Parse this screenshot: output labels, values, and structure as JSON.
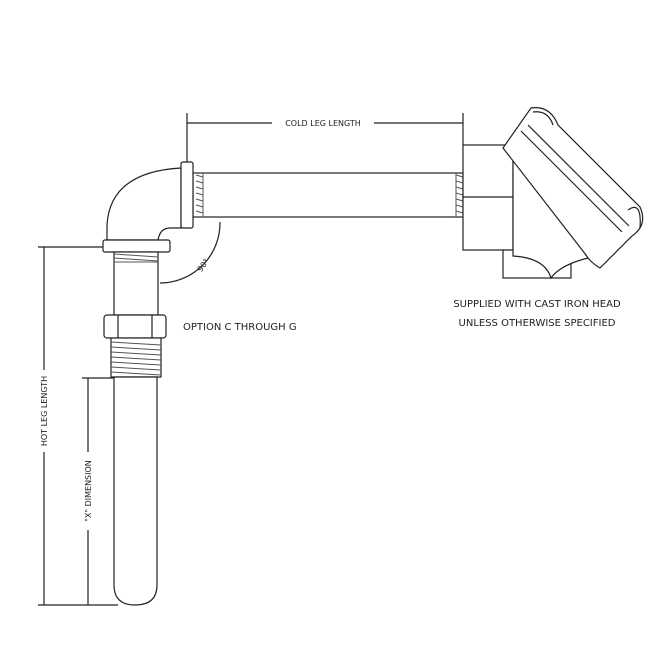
{
  "labels": {
    "cold_leg": "COLD LEG LENGTH",
    "hot_leg": "HOT LEG LENGTH",
    "x_dimension": "\"X\" DIMENSION",
    "angle": "90°",
    "option": "OPTION C THROUGH G",
    "head_note_line1": "SUPPLIED WITH CAST IRON HEAD",
    "head_note_line2": "UNLESS OTHERWISE SPECIFIED"
  },
  "colors": {
    "line": "#222222",
    "background": "#ffffff"
  }
}
